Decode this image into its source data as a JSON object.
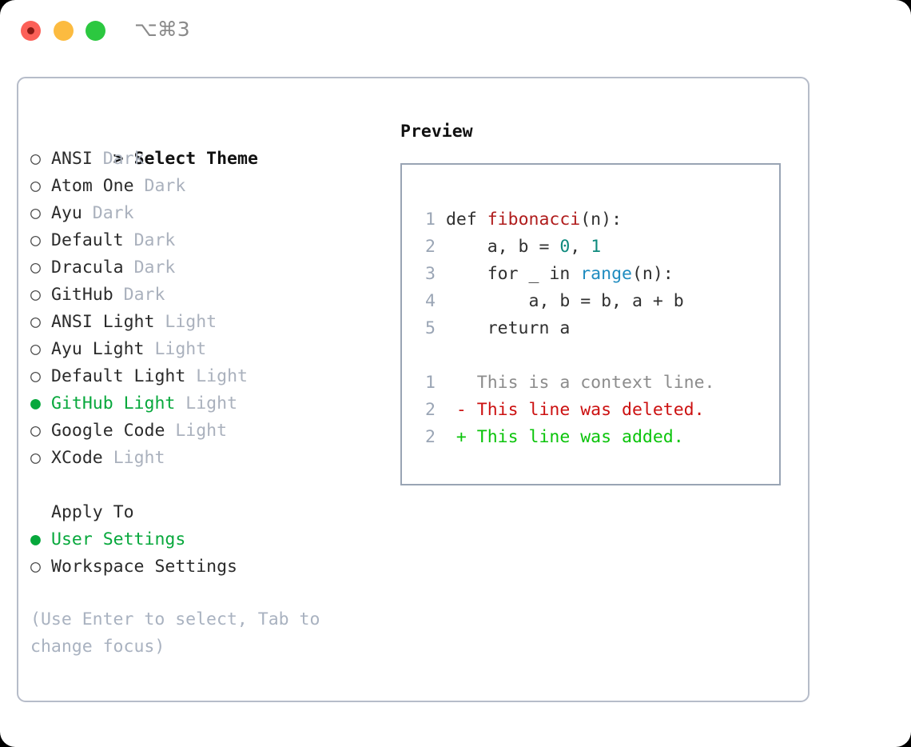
{
  "titlebar": {
    "shortcut": "⌥⌘3",
    "traffic_lights": [
      "close",
      "minimize",
      "maximize"
    ]
  },
  "theme_picker": {
    "heading_prefix": "> ",
    "heading": "Select Theme",
    "marker_selected": "●",
    "marker_unselected": "○",
    "items": [
      {
        "marker": "○",
        "name": "ANSI",
        "tag": "Dark",
        "selected": false
      },
      {
        "marker": "○",
        "name": "Atom One",
        "tag": "Dark",
        "selected": false
      },
      {
        "marker": "○",
        "name": "Ayu",
        "tag": "Dark",
        "selected": false
      },
      {
        "marker": "○",
        "name": "Default",
        "tag": "Dark",
        "selected": false
      },
      {
        "marker": "○",
        "name": "Dracula",
        "tag": "Dark",
        "selected": false
      },
      {
        "marker": "○",
        "name": "GitHub",
        "tag": "Dark",
        "selected": false
      },
      {
        "marker": "○",
        "name": "ANSI Light",
        "tag": "Light",
        "selected": false
      },
      {
        "marker": "○",
        "name": "Ayu Light",
        "tag": "Light",
        "selected": false
      },
      {
        "marker": "○",
        "name": "Default Light",
        "tag": "Light",
        "selected": false
      },
      {
        "marker": "●",
        "name": "GitHub Light",
        "tag": "Light",
        "selected": true
      },
      {
        "marker": "○",
        "name": "Google Code",
        "tag": "Light",
        "selected": false
      },
      {
        "marker": "○",
        "name": "XCode",
        "tag": "Light",
        "selected": false
      }
    ]
  },
  "apply_to": {
    "label": "Apply To",
    "options": [
      {
        "marker": "●",
        "name": "User Settings",
        "selected": true
      },
      {
        "marker": "○",
        "name": "Workspace Settings",
        "selected": false
      }
    ]
  },
  "hint": "(Use Enter to select, Tab to change focus)",
  "preview": {
    "title": "Preview",
    "code_lines": [
      {
        "number": "1",
        "tokens": [
          {
            "text": "def ",
            "type": "kw"
          },
          {
            "text": "fibonacci",
            "type": "fn"
          },
          {
            "text": "(n):",
            "type": "plain"
          }
        ]
      },
      {
        "number": "2",
        "tokens": [
          {
            "text": "    a, b = ",
            "type": "plain"
          },
          {
            "text": "0",
            "type": "num"
          },
          {
            "text": ", ",
            "type": "plain"
          },
          {
            "text": "1",
            "type": "num"
          }
        ]
      },
      {
        "number": "3",
        "tokens": [
          {
            "text": "    for _ in ",
            "type": "plain"
          },
          {
            "text": "range",
            "type": "call"
          },
          {
            "text": "(n):",
            "type": "plain"
          }
        ]
      },
      {
        "number": "4",
        "tokens": [
          {
            "text": "        a, b = b, a + b",
            "type": "plain"
          }
        ]
      },
      {
        "number": "5",
        "tokens": [
          {
            "text": "    return a",
            "type": "plain"
          }
        ]
      }
    ],
    "diff_lines": [
      {
        "number": "1",
        "sign": "  ",
        "text": "This is a context line.",
        "type": "context"
      },
      {
        "number": "2",
        "sign": "- ",
        "text": "This line was deleted.",
        "type": "deleted"
      },
      {
        "number": "2",
        "sign": "+ ",
        "text": "This line was added.",
        "type": "added"
      }
    ]
  },
  "colors": {
    "selection_green": "#07a83c",
    "tag_gray": "#aab1bd",
    "hint_gray": "#a9b2c0",
    "panel_border": "#b6bcc9",
    "preview_border": "#99a4b4",
    "syntax_function": "#b01c1c",
    "syntax_number": "#0e8a7d",
    "syntax_call": "#1f8cc0",
    "diff_deleted": "#cc1111",
    "diff_added": "#0bc40b",
    "traffic_close": "#fc6058",
    "traffic_minimize": "#fcbb40",
    "traffic_maximize": "#2cc840"
  }
}
